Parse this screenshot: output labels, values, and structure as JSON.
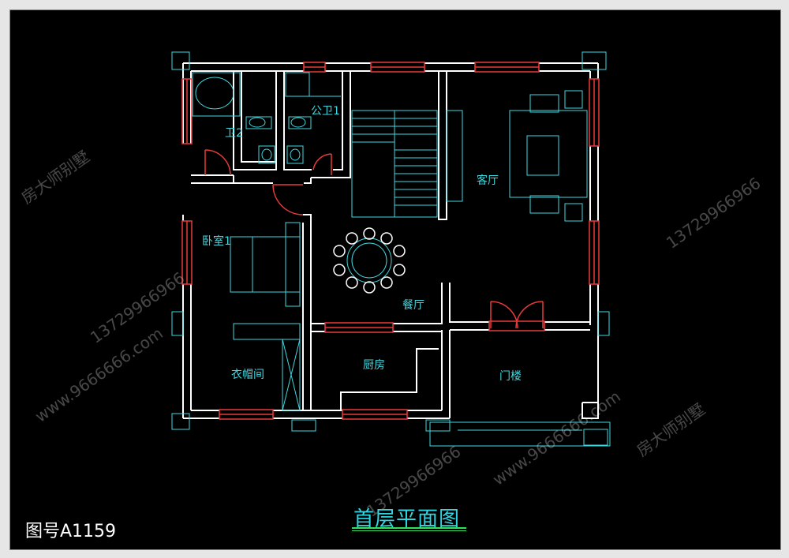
{
  "title": "首层平面图",
  "drawing_number": "图号A1159",
  "rooms": {
    "bath2": "卫2",
    "public_bath1": "公卫1",
    "bedroom1": "卧室1",
    "living_room": "客厅",
    "dining_room": "餐厅",
    "kitchen": "厨房",
    "closet": "衣帽间",
    "foyer": "门楼"
  },
  "watermarks": [
    "房大师别墅",
    "13729966966",
    "www.9666666.com"
  ],
  "colors": {
    "background": "#000000",
    "wall": "#ffffff",
    "window": "#e83a3a",
    "fixture": "#3fd8e0",
    "title": "#2fd5e0",
    "title_underline": "#2fe05a"
  }
}
